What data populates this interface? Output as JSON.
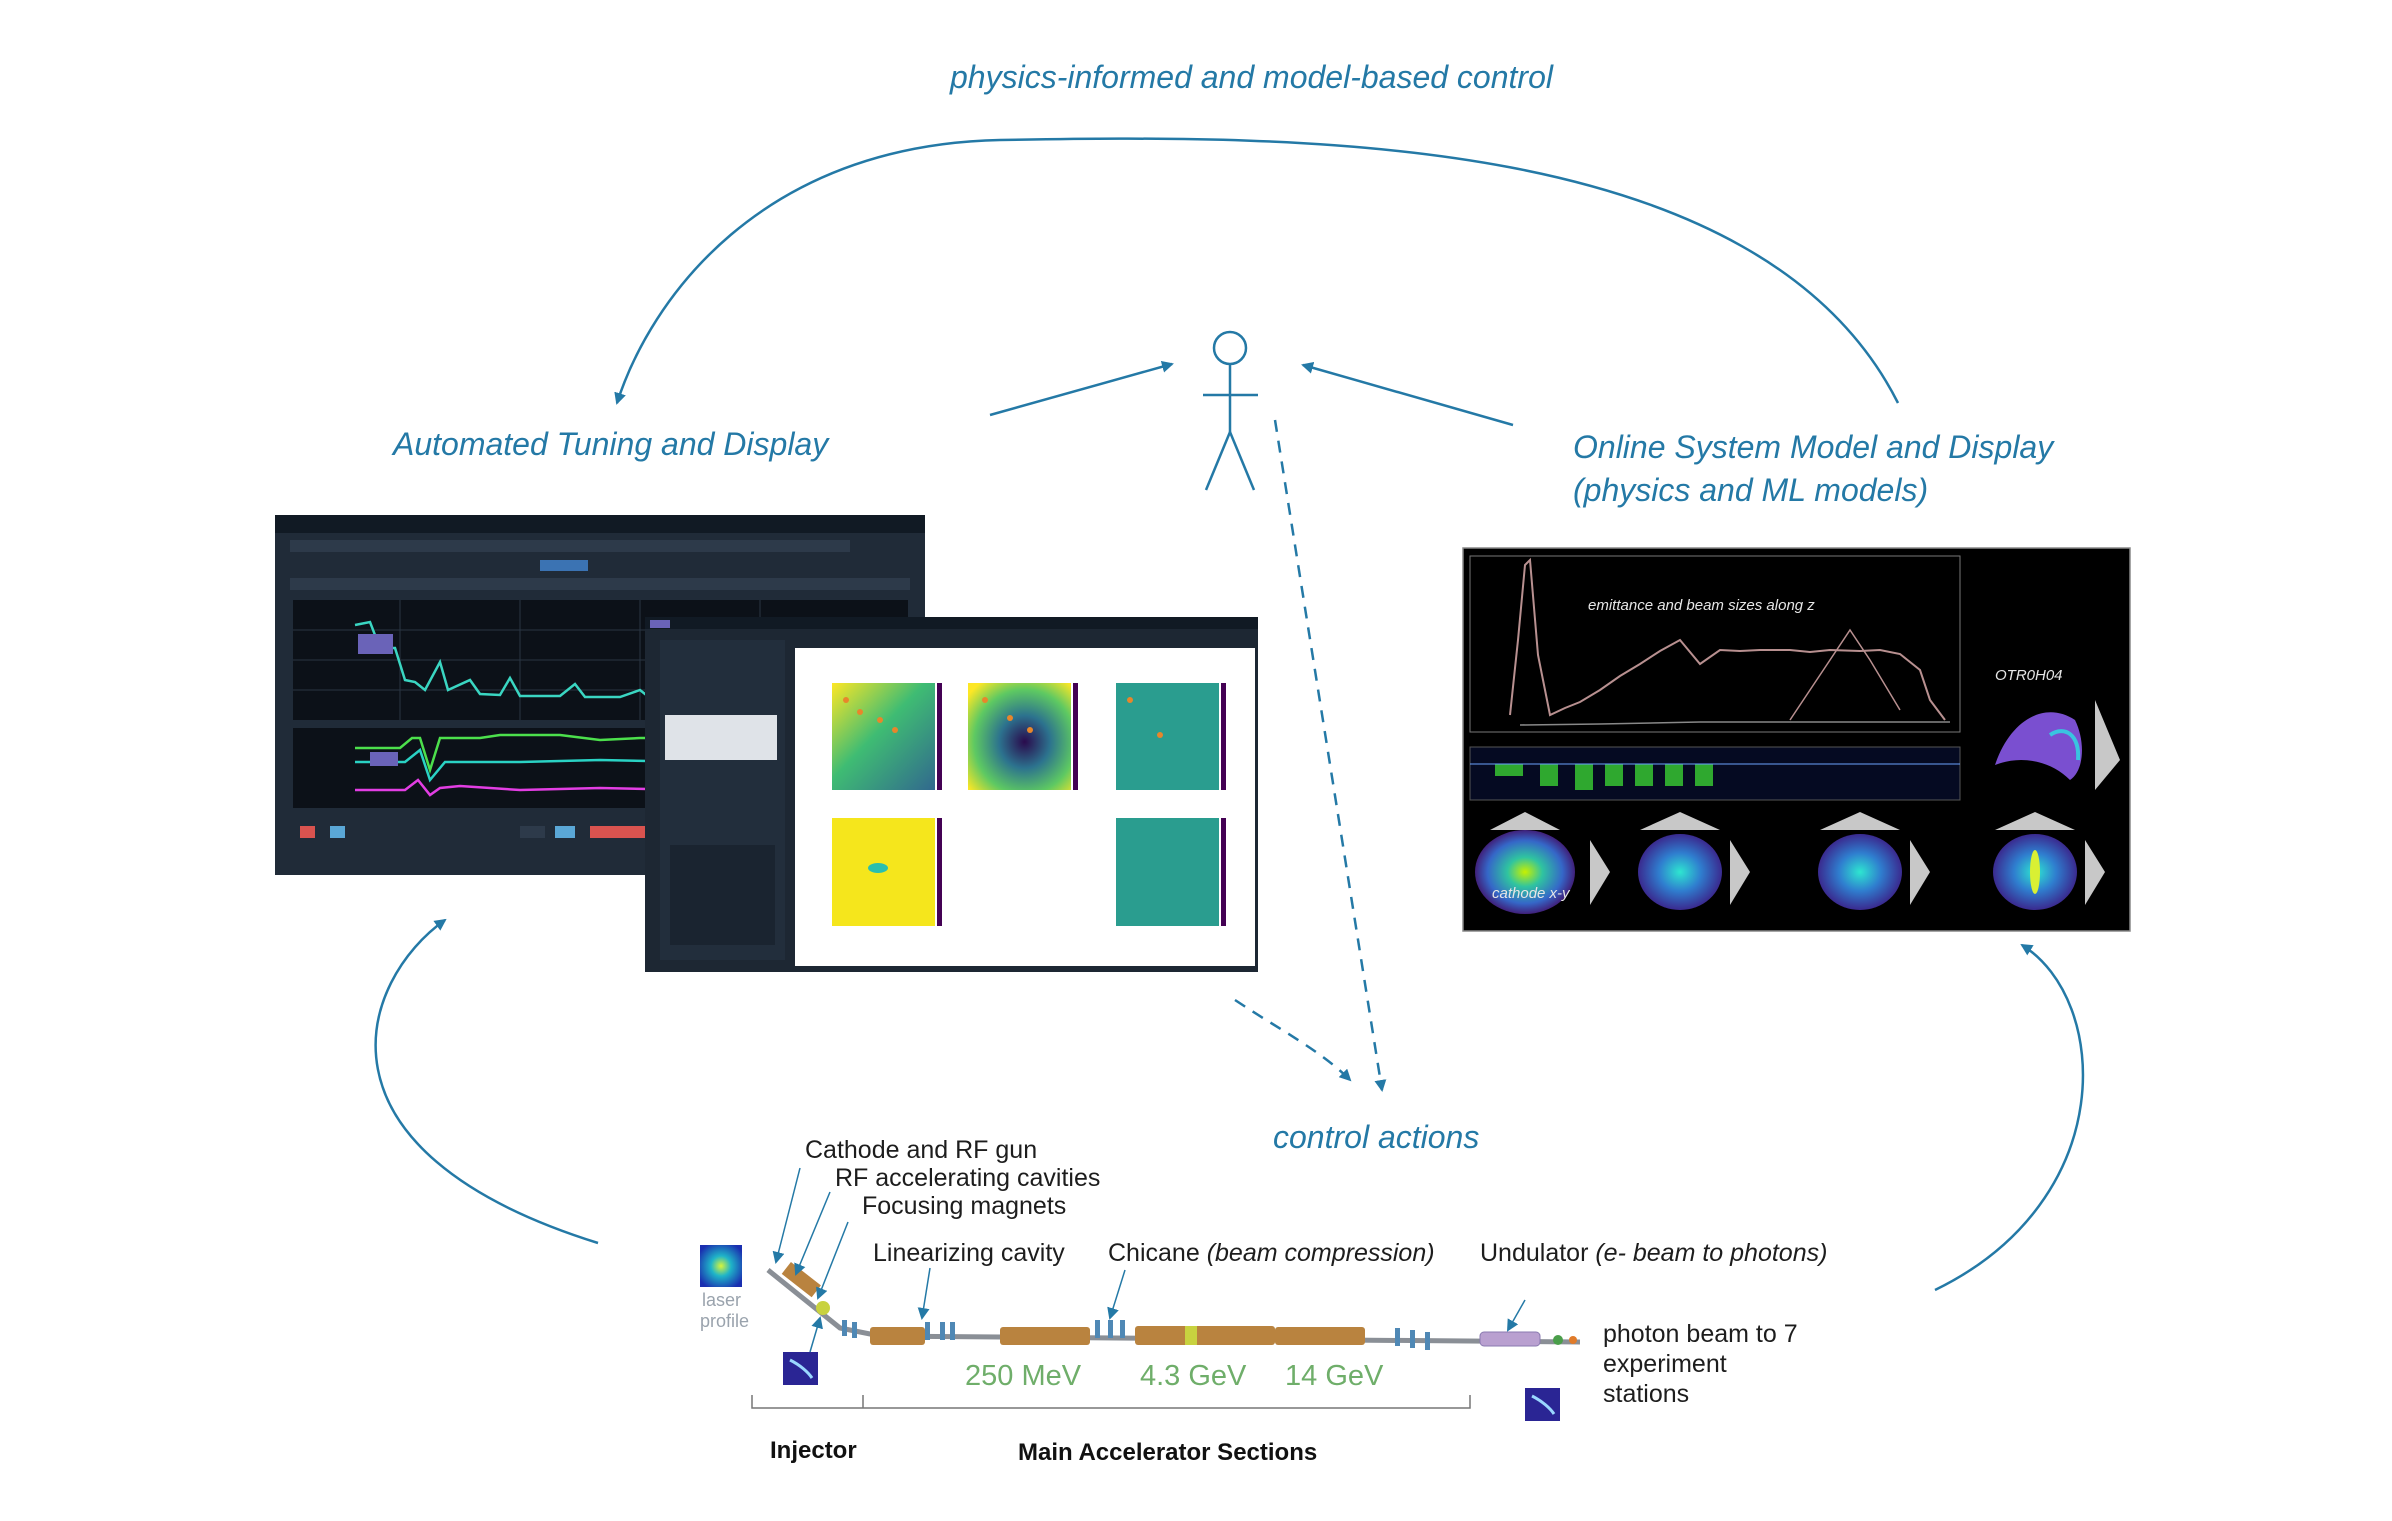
{
  "top_loop": {
    "label": "physics-informed and model-based control"
  },
  "left_panel": {
    "title": "Automated Tuning and  Display"
  },
  "right_panel": {
    "title_line1": "Online System Model and Display",
    "title_line2": "(physics and ML models)"
  },
  "middle": {
    "label": "control actions"
  },
  "model_screen": {
    "plot_caption": "emittance and beam sizes along z",
    "screen_label": "OTR0H04",
    "cathode_label": "cathode x-y"
  },
  "beamline": {
    "laser_label_1": "laser",
    "laser_label_2": "profile",
    "components": {
      "cathode": "Cathode and RF gun",
      "cavities": "RF accelerating cavities",
      "magnets": "Focusing magnets",
      "linearizer": "Linearizing cavity",
      "chicane": "Chicane",
      "chicane_note": "(beam compression)",
      "undulator": "Undulator",
      "undulator_note": "(e- beam to photons)"
    },
    "output_line1": "photon beam to 7",
    "output_line2": "experiment",
    "output_line3": "stations",
    "energies": [
      "250 MeV",
      "4.3 GeV",
      "14 GeV"
    ],
    "sections": {
      "injector": "Injector",
      "main": "Main Accelerator Sections"
    }
  },
  "colors": {
    "accent": "#2479a6",
    "energy_green": "#6fae6a",
    "screen_bg": "#1a2430",
    "cavity": "#b9833f"
  }
}
